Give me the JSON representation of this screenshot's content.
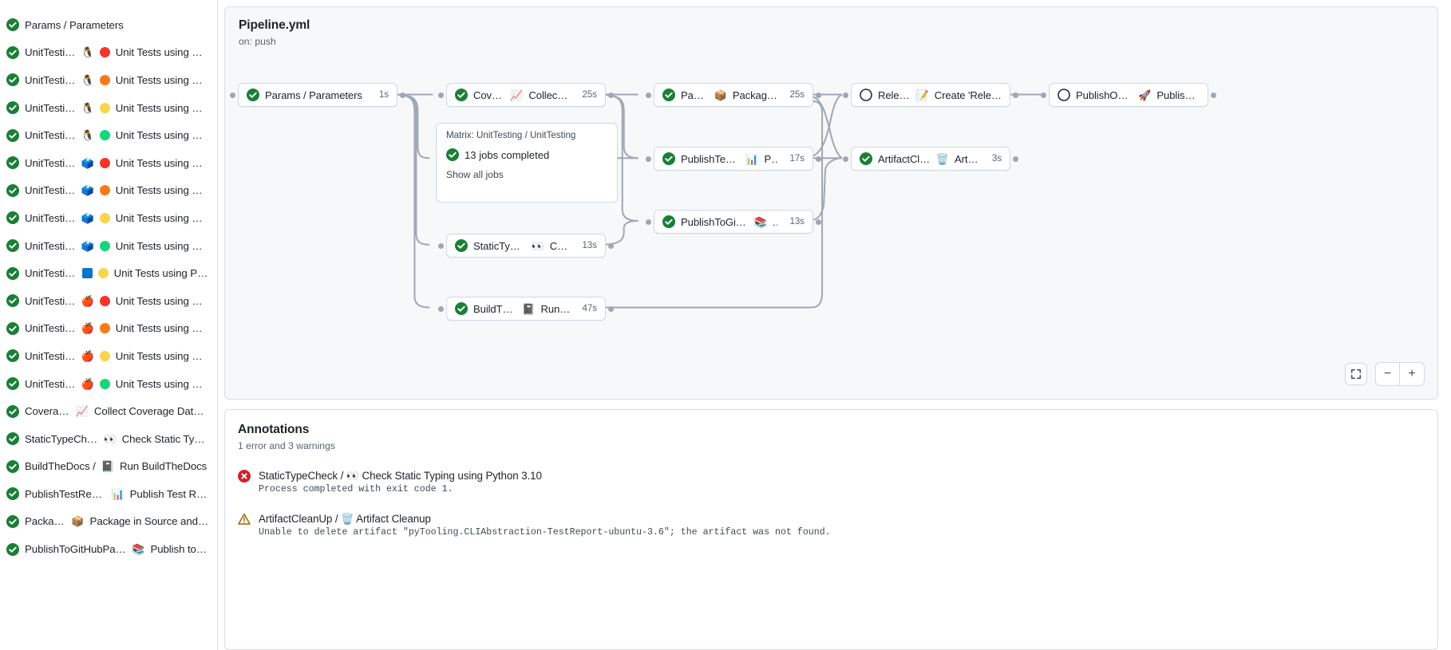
{
  "sidebar": {
    "jobs": [
      {
        "status": "success",
        "name": "Params / Parameters",
        "icons": []
      },
      {
        "status": "success",
        "name": "UnitTesting / ",
        "icons": [
          "penguin",
          "dot-red"
        ],
        "suffix": "Unit Tests using Pyth..."
      },
      {
        "status": "success",
        "name": "UnitTesting / ",
        "icons": [
          "penguin",
          "dot-orange"
        ],
        "suffix": "Unit Tests using Pyth..."
      },
      {
        "status": "success",
        "name": "UnitTesting / ",
        "icons": [
          "penguin",
          "dot-yellow"
        ],
        "suffix": "Unit Tests using Pyth..."
      },
      {
        "status": "success",
        "name": "UnitTesting / ",
        "icons": [
          "penguin",
          "dot-green"
        ],
        "suffix": "Unit Tests using Pyth..."
      },
      {
        "status": "success",
        "name": "UnitTesting / ",
        "icons": [
          "msys",
          "dot-red"
        ],
        "suffix": "Unit Tests using Pyth..."
      },
      {
        "status": "success",
        "name": "UnitTesting / ",
        "icons": [
          "msys",
          "dot-orange"
        ],
        "suffix": "Unit Tests using Pyth..."
      },
      {
        "status": "success",
        "name": "UnitTesting / ",
        "icons": [
          "msys",
          "dot-yellow"
        ],
        "suffix": "Unit Tests using Pyth..."
      },
      {
        "status": "success",
        "name": "UnitTesting / ",
        "icons": [
          "msys",
          "dot-green"
        ],
        "suffix": "Unit Tests using Pyth..."
      },
      {
        "status": "success",
        "name": "UnitTesting / ",
        "icons": [
          "windows",
          "dot-yellow"
        ],
        "suffix": "Unit Tests using Pyth..."
      },
      {
        "status": "success",
        "name": "UnitTesting / ",
        "icons": [
          "apple",
          "dot-red"
        ],
        "suffix": "Unit Tests using Pyth..."
      },
      {
        "status": "success",
        "name": "UnitTesting / ",
        "icons": [
          "apple",
          "dot-orange"
        ],
        "suffix": "Unit Tests using Pyth..."
      },
      {
        "status": "success",
        "name": "UnitTesting / ",
        "icons": [
          "apple",
          "dot-yellow"
        ],
        "suffix": "Unit Tests using Pyth..."
      },
      {
        "status": "success",
        "name": "UnitTesting / ",
        "icons": [
          "apple",
          "dot-green"
        ],
        "suffix": "Unit Tests using Pyth..."
      },
      {
        "status": "success",
        "name": "Coverage / ",
        "icons": [
          "chart"
        ],
        "suffix": "Collect Coverage Data usi..."
      },
      {
        "status": "success",
        "name": "StaticTypeCheck / ",
        "icons": [
          "eyes"
        ],
        "suffix": "Check Static Typing..."
      },
      {
        "status": "success",
        "name": "BuildTheDocs / ",
        "icons": [
          "book"
        ],
        "suffix": "Run BuildTheDocs"
      },
      {
        "status": "success",
        "name": "PublishTestResults / ",
        "icons": [
          "barchart"
        ],
        "suffix": "Publish Test Resu..."
      },
      {
        "status": "success",
        "name": "Package / ",
        "icons": [
          "package"
        ],
        "suffix": "Package in Source and Wh..."
      },
      {
        "status": "success",
        "name": "PublishToGitHubPages / ",
        "icons": [
          "books"
        ],
        "suffix": "Publish to G..."
      }
    ]
  },
  "graph": {
    "title": "Pipeline.yml",
    "subtitle": "on: push",
    "matrix_group_label": "Matrix: UnitTesting / UnitTesting",
    "matrix_jobs_text": "13 jobs completed",
    "matrix_show_all": "Show all jobs",
    "nodes": [
      {
        "id": "params",
        "status": "success",
        "label": "Params / Parameters",
        "icon": "",
        "duration": "1s"
      },
      {
        "id": "coverage",
        "status": "success",
        "label": "Coverage / ",
        "icon": "chart",
        "label2": "Collect Cove...",
        "duration": "25s"
      },
      {
        "id": "statictype",
        "status": "success",
        "label": "StaticTypeCheck / ",
        "icon": "eyes",
        "label2": "Chec...",
        "duration": "13s"
      },
      {
        "id": "builddocs",
        "status": "success",
        "label": "BuildTheDocs / ",
        "icon": "book",
        "label2": "Run Buil...",
        "duration": "47s"
      },
      {
        "id": "package",
        "status": "success",
        "label": "Package / ",
        "icon": "package",
        "label2": "Package in So...",
        "duration": "25s"
      },
      {
        "id": "publishtest",
        "status": "success",
        "label": "PublishTestResults / ",
        "icon": "barchart",
        "label2": "Pu...",
        "duration": "17s"
      },
      {
        "id": "publishpages",
        "status": "success",
        "label": "PublishToGitHubPages / ",
        "icon": "books",
        "label2": "...",
        "duration": "13s"
      },
      {
        "id": "release",
        "status": "pending",
        "label": "Release / ",
        "icon": "memo",
        "label2": "Create 'Release P...",
        "duration": ""
      },
      {
        "id": "artifact",
        "status": "success",
        "label": "ArtifactCleanUp / ",
        "icon": "wastebasket",
        "label2": "Artifac...",
        "duration": "3s"
      },
      {
        "id": "pypi",
        "status": "pending",
        "label": "PublishOnPyPI / ",
        "icon": "rocket",
        "label2": "Publish to ...",
        "duration": ""
      }
    ],
    "zoom": {
      "fit": "fit-screen",
      "out": "−",
      "in": "+"
    }
  },
  "annotations": {
    "title": "Annotations",
    "summary": "1 error and 3 warnings",
    "items": [
      {
        "severity": "error",
        "head_prefix": "StaticTypeCheck / ",
        "head_icon": "eyes",
        "head_suffix": "Check Static Typing using Python 3.10",
        "message": "Process completed with exit code 1."
      },
      {
        "severity": "warning",
        "head_prefix": "ArtifactCleanUp / ",
        "head_icon": "wastebasket",
        "head_suffix": "Artifact Cleanup",
        "message": "Unable to delete artifact \"pyTooling.CLIAbstraction-TestReport-ubuntu-3.6\"; the artifact was not found."
      }
    ]
  },
  "colors": {
    "success": "#1a7f37",
    "error": "#cf222e",
    "warning": "#9a6700",
    "pending": "#59636e",
    "dot_red": "#f5342a",
    "dot_orange": "#fa7a19",
    "dot_yellow": "#fcd34d",
    "dot_green": "#16d77a",
    "border": "#d1d9e0",
    "edge": "#9fa7b0"
  }
}
